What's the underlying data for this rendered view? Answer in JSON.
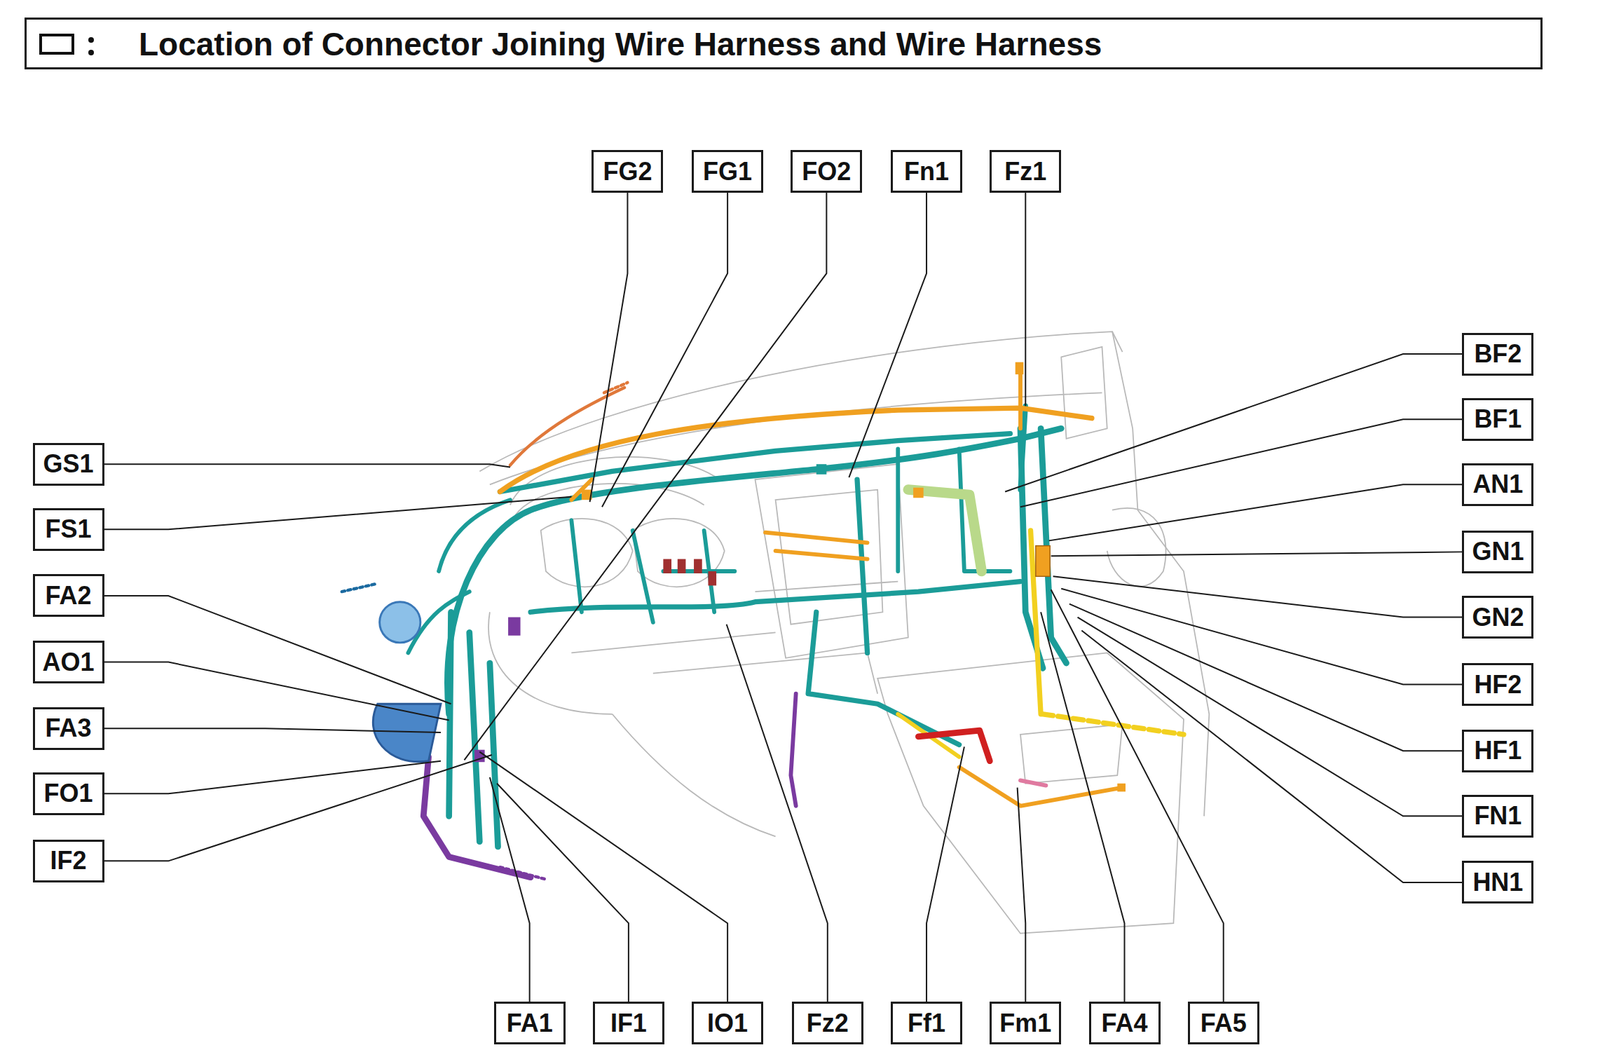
{
  "diagram": {
    "title": "Location of Connector Joining Wire Harness and Wire Harness",
    "nodes": [
      {
        "text": [
          "FG2"
        ]
      },
      {
        "text": [
          "FG1"
        ]
      },
      {
        "text": [
          "FO2"
        ]
      },
      {
        "text": [
          "Fn1"
        ]
      },
      {
        "text": [
          "Fz1"
        ]
      },
      {
        "text": [
          "GS1"
        ]
      },
      {
        "text": [
          "FS1"
        ]
      },
      {
        "text": [
          "FA2"
        ]
      },
      {
        "text": [
          "AO1"
        ]
      },
      {
        "text": [
          "FA3"
        ]
      },
      {
        "text": [
          "FO1"
        ]
      },
      {
        "text": [
          "IF2"
        ]
      },
      {
        "text": [
          "BF2"
        ]
      },
      {
        "text": [
          "BF1"
        ]
      },
      {
        "text": [
          "AN1"
        ]
      },
      {
        "text": [
          "GN1"
        ]
      },
      {
        "text": [
          "GN2"
        ]
      },
      {
        "text": [
          "HF2"
        ]
      },
      {
        "text": [
          "HF1"
        ]
      },
      {
        "text": [
          "FN1"
        ]
      },
      {
        "text": [
          "HN1"
        ]
      },
      {
        "text": [
          "FA1"
        ]
      },
      {
        "text": [
          "IF1"
        ]
      },
      {
        "text": [
          "IO1"
        ]
      },
      {
        "text": [
          "Fz2"
        ]
      },
      {
        "text": [
          "Ff1"
        ]
      },
      {
        "text": [
          "Fm1"
        ]
      },
      {
        "text": [
          "FA4"
        ]
      },
      {
        "text": [
          "FA5"
        ]
      }
    ]
  }
}
